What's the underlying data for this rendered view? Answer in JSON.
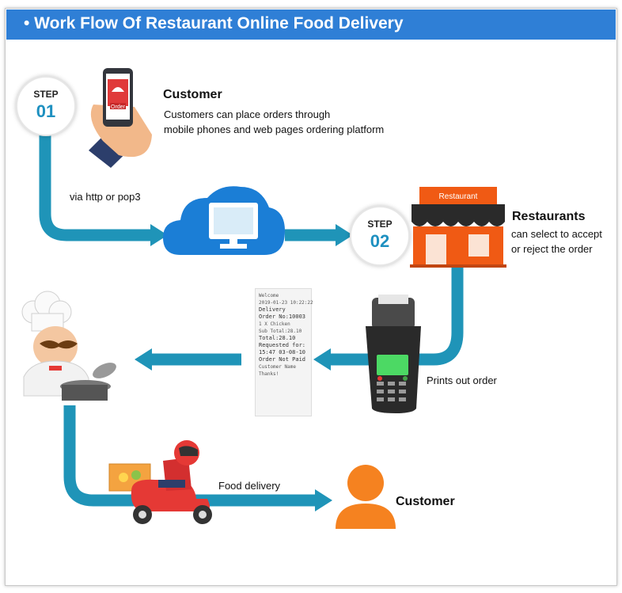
{
  "header": {
    "title": "• Work Flow Of  Restaurant Online Food Delivery"
  },
  "step1": {
    "label": "STEP",
    "number": "01"
  },
  "step2": {
    "label": "STEP",
    "number": "02"
  },
  "customer_top": {
    "title": "Customer",
    "line1": "Customers can place orders through",
    "line2": "mobile phones and web pages ordering platform"
  },
  "phone_order_label": "Order",
  "via_label": "via http or pop3",
  "restaurant": {
    "sign": "Restaurant",
    "title": "Restaurants",
    "line1": "can select to accept",
    "line2": "or reject the order"
  },
  "printer_label": "Prints out order",
  "delivery_label": "Food delivery",
  "customer_bottom": {
    "title": "Customer"
  },
  "receipt_lines": [
    "Welcome",
    "2019-01-23 10:22:22",
    "Delivery",
    "Order No:10003",
    "1 X Chicken",
    "Sub Total:28.10",
    "Total:28.10",
    "Requested for:",
    "15:47 03-08-10",
    "Order Not Paid",
    "Customer Name",
    "Thanks!"
  ],
  "colors": {
    "header": "#2f7fd6",
    "flow": "#1f94b8",
    "restaurant": "#f05a14",
    "customer": "#f58220"
  }
}
